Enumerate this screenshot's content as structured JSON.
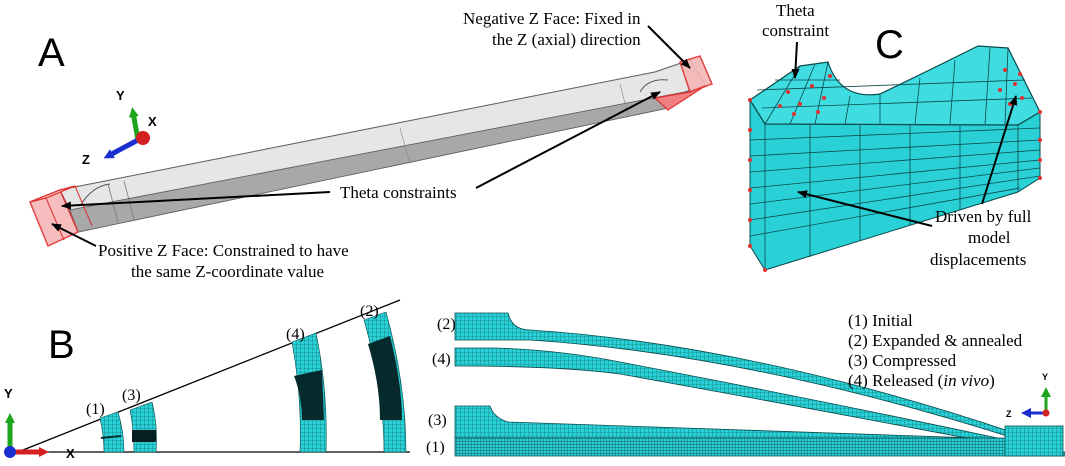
{
  "panels": {
    "a": {
      "letter": "A"
    },
    "b": {
      "letter": "B"
    },
    "c": {
      "letter": "C"
    }
  },
  "panel_a": {
    "neg_face_line1": "Negative Z Face: Fixed in",
    "neg_face_line2": "the Z (axial) direction",
    "theta_constraints": "Theta constraints",
    "pos_face_line1": "Positive Z Face: Constrained to have",
    "pos_face_line2": "the same Z-coordinate value",
    "axes": {
      "y": "Y",
      "x": "X",
      "z": "Z"
    }
  },
  "panel_c": {
    "theta_line1": "Theta",
    "theta_line2": "constraint",
    "driven_line1": "Driven by full",
    "driven_line2": "model",
    "driven_line3": "displacements"
  },
  "panel_b": {
    "labels": {
      "s1": "(1)",
      "s2": "(2)",
      "s3": "(3)",
      "s4": "(4)"
    },
    "axes": {
      "y": "Y",
      "x": "X"
    },
    "right_labels": {
      "s1": "(1)",
      "s2": "(2)",
      "s3": "(3)",
      "s4": "(4)"
    },
    "right_axes": {
      "y": "Y",
      "z": "Z"
    },
    "legend": {
      "item1": "(1) Initial",
      "item2": "(2) Expanded & annealed",
      "item3": "(3) Compressed",
      "item4_prefix": "(4) Released (",
      "item4_italic": "in vivo",
      "item4_suffix": ")"
    }
  },
  "colors": {
    "mesh_fill": "#29d1d7",
    "mesh_line": "#0a4a4c",
    "strut_light": "#e8e8e8",
    "strut_dark": "#9a9a9a",
    "constraint_red": "#e03030",
    "axis_green": "#1ea51e",
    "axis_blue": "#1a2fd0",
    "axis_red": "#d42020"
  }
}
